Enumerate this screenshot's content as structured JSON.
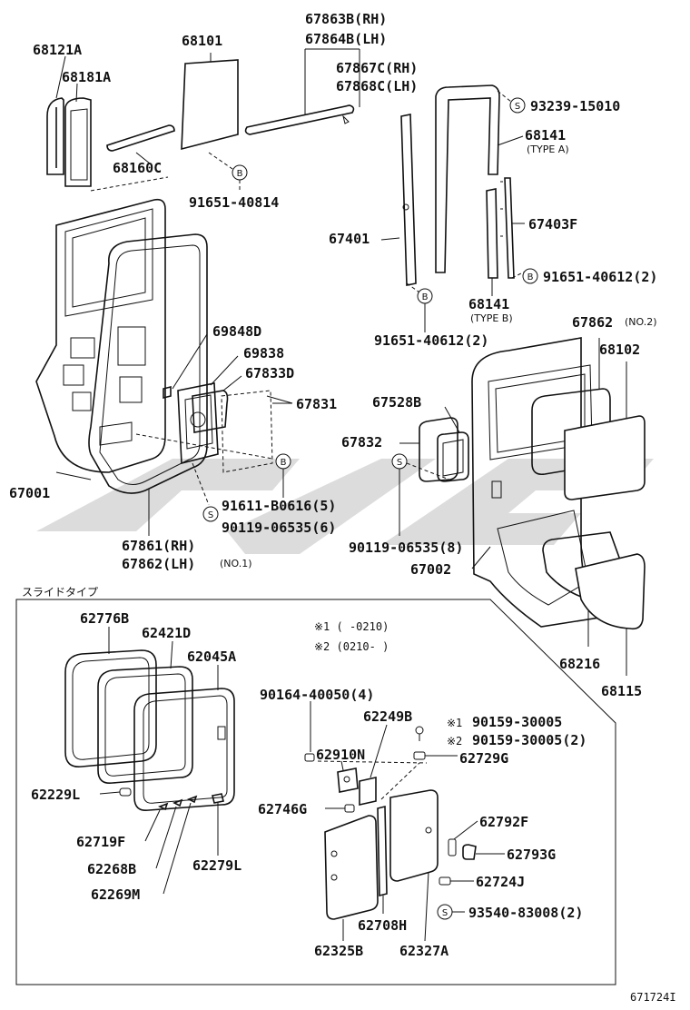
{
  "diagram_id": "671724I",
  "slide_type_label": "スライドタイプ",
  "notes": {
    "n1": "※1 (    -0210)",
    "n2": "※2 (0210-    )"
  },
  "labels": {
    "p68121A": "68121A",
    "p68181A": "68181A",
    "p68160C": "68160C",
    "p68101": "68101",
    "p67863B": "67863B(RH)",
    "p67864B": "67864B(LH)",
    "p67867C": "67867C(RH)",
    "p67868C": "67868C(LH)",
    "p93239": "93239-15010",
    "p68141a": "68141",
    "p68141a_sub": "(TYPE A)",
    "p91651_40814": "91651-40814",
    "p67403F": "67403F",
    "p67401": "67401",
    "p91651_40612a": "91651-40612(2)",
    "p68141b": "68141",
    "p68141b_sub": "(TYPE B)",
    "p91651_40612b": "91651-40612(2)",
    "p69848D": "69848D",
    "p69838": "69838",
    "p67833D": "67833D",
    "p67831": "67831",
    "p67862_no2": "67862",
    "p67862_no2_sub": "(NO.2)",
    "p68102": "68102",
    "p67528B": "67528B",
    "p67832": "67832",
    "p67001": "67001",
    "p91611": "91611-B0616(5)",
    "p90119a": "90119-06535(6)",
    "p90119b": "90119-06535(8)",
    "p67861": "67861(RH)",
    "p67862lh": "67862(LH)",
    "p67862lh_sub": "(NO.1)",
    "p67002": "67002",
    "p68216": "68216",
    "p68115": "68115",
    "p62776B": "62776B",
    "p62421D": "62421D",
    "p62045A": "62045A",
    "p90164": "90164-40050(4)",
    "p62249B": "62249B",
    "p90159a": "90159-30005",
    "p90159b": "90159-30005(2)",
    "p62910N": "62910N",
    "p62729G": "62729G",
    "p62229L": "62229L",
    "p62746G": "62746G",
    "p62719F": "62719F",
    "p62268B": "62268B",
    "p62279L": "62279L",
    "p62269M": "62269M",
    "p62792F": "62792F",
    "p62793G": "62793G",
    "p62724J": "62724J",
    "p93540": "93540-83008(2)",
    "p62708H": "62708H",
    "p62325B": "62325B",
    "p62327A": "62327A",
    "mark1": "※1",
    "mark2": "※2"
  },
  "markers": {
    "s": "S",
    "b": "B"
  }
}
